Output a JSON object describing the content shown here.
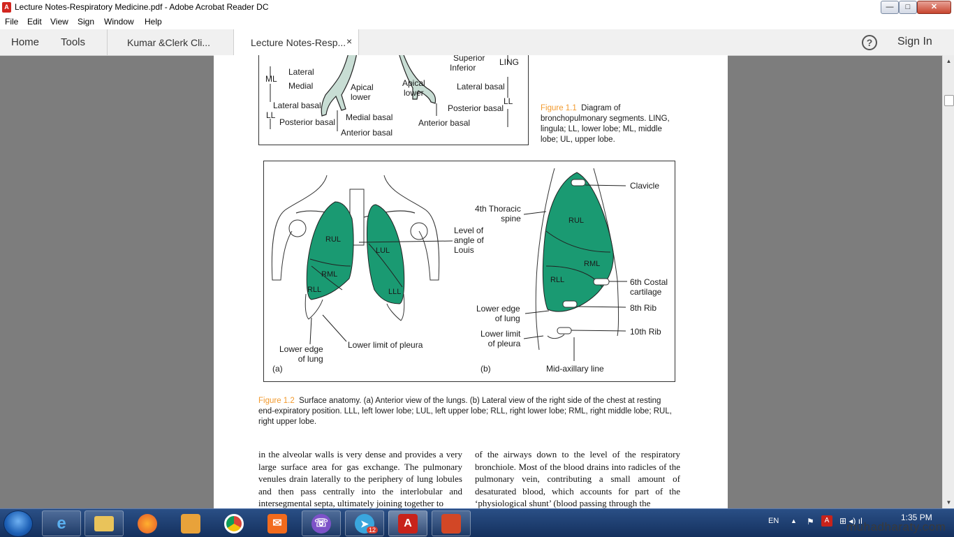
{
  "window": {
    "title": "Lecture Notes-Respiratory Medicine.pdf - Adobe Acrobat Reader DC",
    "app_icon_glyph": "A"
  },
  "menu": [
    "File",
    "Edit",
    "View",
    "Sign",
    "Window",
    "Help"
  ],
  "toolbar": {
    "home": "Home",
    "tools": "Tools",
    "tab1": "Kumar  &Clerk  Cli...",
    "tab2": "Lecture Notes-Resp...",
    "tab_close": "×",
    "help_glyph": "?",
    "sign_in": "Sign In"
  },
  "fig1": {
    "labels": {
      "superior": "Superior",
      "inferior": "Inferior",
      "ling": "LING",
      "ml": "ML",
      "lateral": "Lateral",
      "medial": "Medial",
      "apical_lower_1": "Apical\nlower",
      "apical_lower_2": "Apical\nlower",
      "lateral_basal_1": "Lateral basal",
      "lateral_basal_2": "Lateral basal",
      "ll_1": "LL",
      "ll_2": "LL",
      "posterior_basal_1": "Posterior basal",
      "posterior_basal_2": "Posterior basal",
      "medial_basal": "Medial basal",
      "anterior_basal_1": "Anterior basal",
      "anterior_basal_2": "Anterior basal"
    },
    "caption_num": "Figure 1.1",
    "caption_text": "Diagram of bronchopulmonary segments. LING, lingula; LL, lower lobe; ML, middle lobe; UL, upper lobe."
  },
  "fig2": {
    "labels": {
      "rul_a": "RUL",
      "lul": "LUL",
      "rml_a": "RML",
      "rll_a": "RLL",
      "lll": "LLL",
      "angle": "Level of\nangle of\nLouis",
      "lower_edge_a": "Lower edge\nof lung",
      "lower_limit_a": "Lower limit of pleura",
      "a": "(a)",
      "b": "(b)",
      "clavicle": "Clavicle",
      "thoracic": "4th Thoracic\nspine",
      "rul_b": "RUL",
      "rml_b": "RML",
      "rll_b": "RLL",
      "costal": "6th Costal\ncartilage",
      "rib8": "8th Rib",
      "rib10": "10th Rib",
      "lower_edge_b": "Lower edge\nof lung",
      "lower_limit_b": "Lower limit\nof pleura",
      "midaxillary": "Mid-axillary line"
    },
    "caption_num": "Figure 1.2",
    "caption_text": "Surface anatomy. (a) Anterior view of the lungs. (b) Lateral view of the right side of the chest at resting end-expiratory position. LLL, left lower lobe; LUL, left upper lobe; RLL, right lower lobe; RML, right middle lobe; RUL, right upper lobe."
  },
  "body": {
    "col1": "in the alveolar walls is very dense and provides a very large surface area for gas exchange. The pulmonary venules drain laterally to the periphery of lung lobules and then pass centrally into the interlobular and intersegmental septa, ultimately joining together to",
    "col2": "of the airways down to the level of the respiratory bronchiole. Most of the blood drains into radicles of the pulmonary vein, contributing a small amount of desaturated blood, which accounts for part of the ‘physiological shunt’ (blood passing through the"
  },
  "taskbar": {
    "lang": "EN",
    "clock": "1:35 PM",
    "telegram_badge": "12",
    "tray_up": "▲",
    "tray_flag": "⚑",
    "tray_icons": "⊞ ◂) ıl",
    "ie_glyph": "e",
    "acrobat_glyph": "A",
    "acro_tray_glyph": "A",
    "viber_glyph": "☏",
    "telegram_glyph": "➤",
    "mail_glyph": "✉"
  },
  "watermark": "muhadharaty.com",
  "colors": {
    "lung_green": "#1a9a72",
    "caption_orange": "#f29a2e",
    "bronchus_fill": "#c8ddd4"
  }
}
